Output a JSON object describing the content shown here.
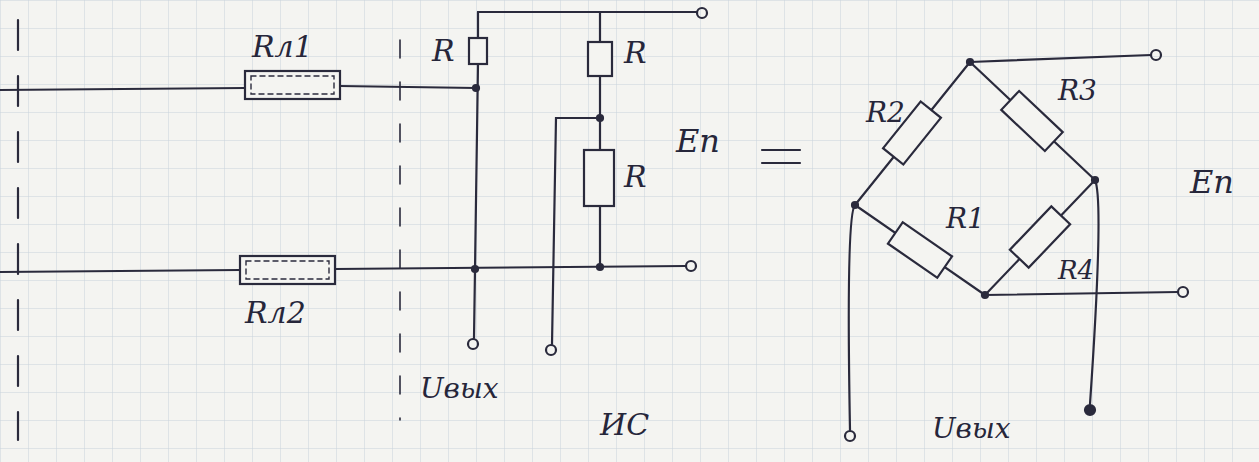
{
  "diagram": {
    "labels": [
      "Rл1",
      "R",
      "R",
      "Eп",
      "R",
      "R2",
      "R3",
      "Eп",
      "R1",
      "R4",
      "Rл2",
      "Uвых",
      "ИС",
      "Uвых"
    ]
  }
}
